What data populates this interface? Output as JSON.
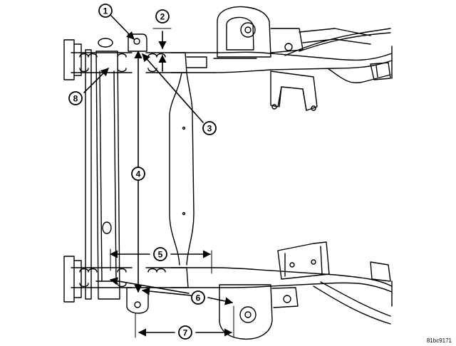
{
  "figure_code": "81bc9171",
  "callouts": [
    {
      "id": "1",
      "label": "1"
    },
    {
      "id": "2",
      "label": "2"
    },
    {
      "id": "3",
      "label": "3"
    },
    {
      "id": "4",
      "label": "4"
    },
    {
      "id": "5",
      "label": "5"
    },
    {
      "id": "6",
      "label": "6"
    },
    {
      "id": "7",
      "label": "7"
    },
    {
      "id": "8",
      "label": "8"
    }
  ],
  "colors": {
    "line": "#000000",
    "background": "#ffffff"
  }
}
